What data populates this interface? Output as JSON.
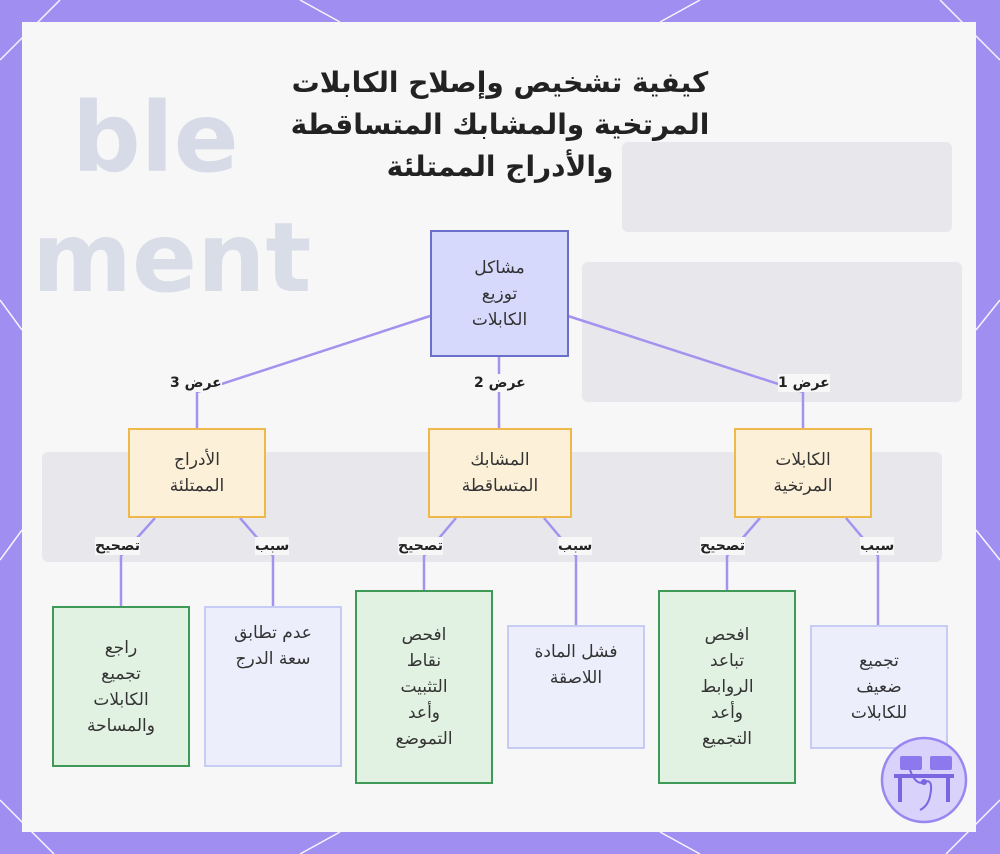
{
  "title": [
    "كيفية تشخيص وإصلاح الكابلات",
    "المرتخية والمشابك المتساقطة",
    "والأدراج الممتلئة"
  ],
  "colors": {
    "frame": "#a08ef0",
    "root": "#d6d9fb",
    "issue": "#fdf0d8",
    "fix": "#e2f2e2",
    "cause": "#eceefb",
    "edge": "#a592ef"
  },
  "nodes": {
    "root": "مشاكل\nتوزيع\nالكابلات",
    "s1": "الكابلات\nالمرتخية",
    "s2": "المشابك\nالمتساقطة",
    "s3": "الأدراج\nالممتلئة",
    "fix1": "افحص\nتباعد\nالروابط\nوأعد\nالتجميع",
    "cause1": "تجميع\nضعيف\nللكابلات",
    "fix2": "افحص\nنقاط\nالتثبيت\nوأعد\nالتموضع",
    "cause2": "فشل المادة\nاللاصقة",
    "fix3": "راجع\nتجميع\nالكابلات\nوالمساحة",
    "cause3": "عدم تطابق\nسعة الدرج"
  },
  "edge_labels": {
    "s1": "عرض 1",
    "s2": "عرض 2",
    "s3": "عرض 3",
    "fix": "تصحيح",
    "cause": "سبب"
  }
}
